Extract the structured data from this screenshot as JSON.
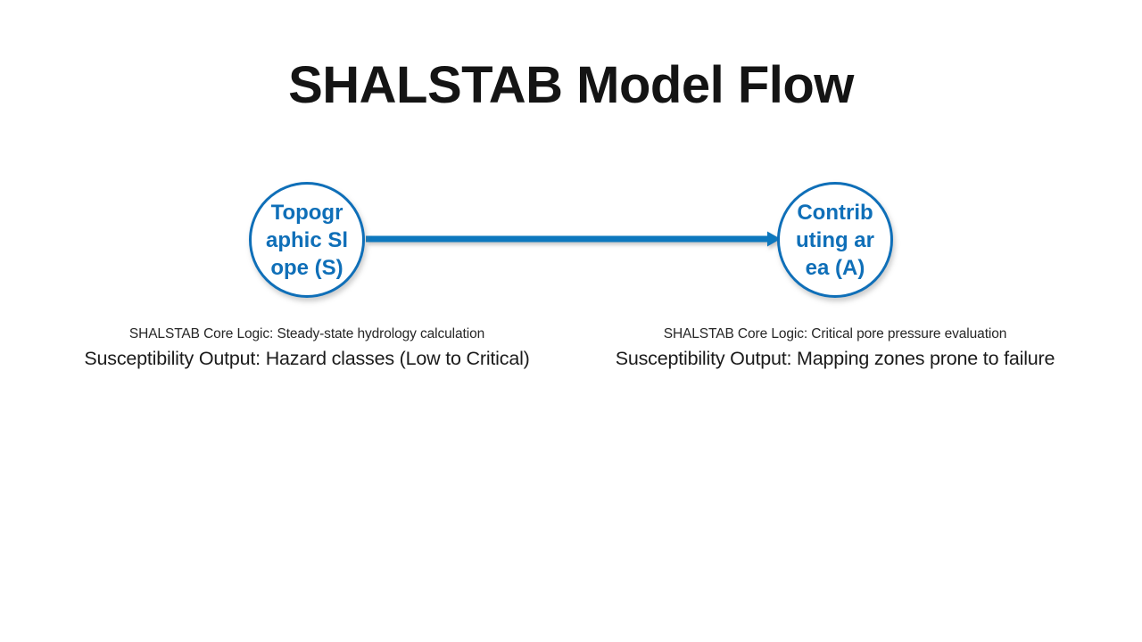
{
  "slide": {
    "title": "SHALSTAB Model Flow",
    "background_color": "#ffffff"
  },
  "theme": {
    "accent_blue": "#0f6fb8",
    "arrow_blue": "#1078be",
    "title_color": "#141414",
    "caption_color": "#1b1b1b",
    "caption_small_color": "#262626"
  },
  "flow": {
    "nodes": [
      {
        "id": "topographic-slope",
        "label": "Topographic Slope (S)",
        "shape": "circle",
        "outline_color": "#0f6fb8",
        "text_color": "#0f6fb8"
      },
      {
        "id": "contributing-area",
        "label": "Contributing area (A)",
        "shape": "circle",
        "outline_color": "#0f6fb8",
        "text_color": "#0f6fb8"
      }
    ],
    "connector": {
      "id": "slope-to-area-arrow",
      "from": "topographic-slope",
      "to": "contributing-area",
      "style": "solid-arrow",
      "color": "#1078be"
    }
  },
  "captions": [
    {
      "id": "left",
      "logic": "SHALSTAB Core Logic: Steady-state hydrology calculation",
      "output": "Susceptibility Output: Hazard classes (Low to Critical)"
    },
    {
      "id": "right",
      "logic": "SHALSTAB Core Logic: Critical pore pressure evaluation",
      "output": "Susceptibility Output: Mapping zones prone to failure"
    }
  ]
}
